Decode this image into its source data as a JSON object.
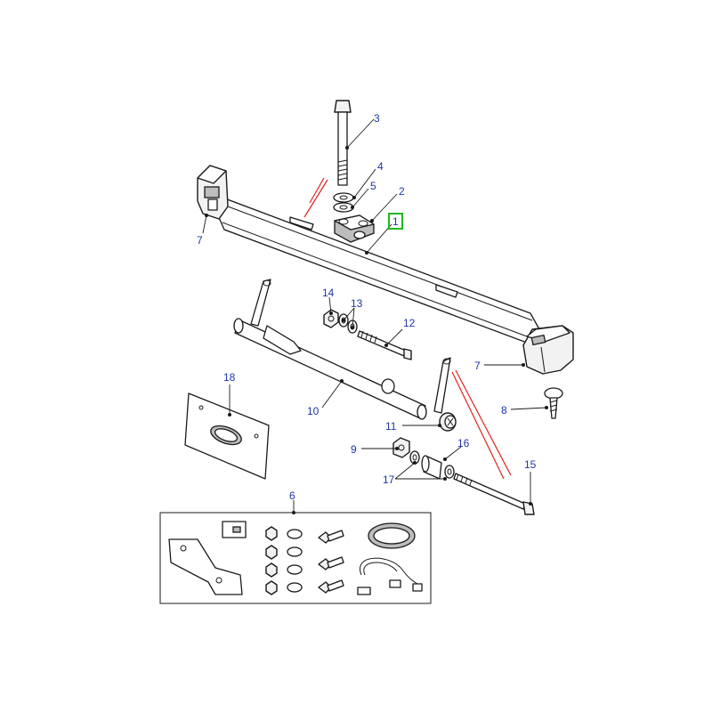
{
  "diagram": {
    "callouts": [
      {
        "id": "c1",
        "label": "1",
        "highlighted": true
      },
      {
        "id": "c2",
        "label": "2"
      },
      {
        "id": "c3",
        "label": "3"
      },
      {
        "id": "c4",
        "label": "4"
      },
      {
        "id": "c5",
        "label": "5"
      },
      {
        "id": "c6",
        "label": "6"
      },
      {
        "id": "c7a",
        "label": "7"
      },
      {
        "id": "c7b",
        "label": "7"
      },
      {
        "id": "c8",
        "label": "8"
      },
      {
        "id": "c9",
        "label": "9"
      },
      {
        "id": "c10",
        "label": "10"
      },
      {
        "id": "c11",
        "label": "11"
      },
      {
        "id": "c12",
        "label": "12"
      },
      {
        "id": "c13",
        "label": "13"
      },
      {
        "id": "c14",
        "label": "14"
      },
      {
        "id": "c15",
        "label": "15"
      },
      {
        "id": "c16",
        "label": "16"
      },
      {
        "id": "c17",
        "label": "17"
      },
      {
        "id": "c18",
        "label": "18"
      }
    ],
    "colors": {
      "callout_text": "#1e35a8",
      "highlight_box": "#1fb81f",
      "assembly_lines": "#e0231c",
      "line_art": "#1a1a1a"
    }
  }
}
